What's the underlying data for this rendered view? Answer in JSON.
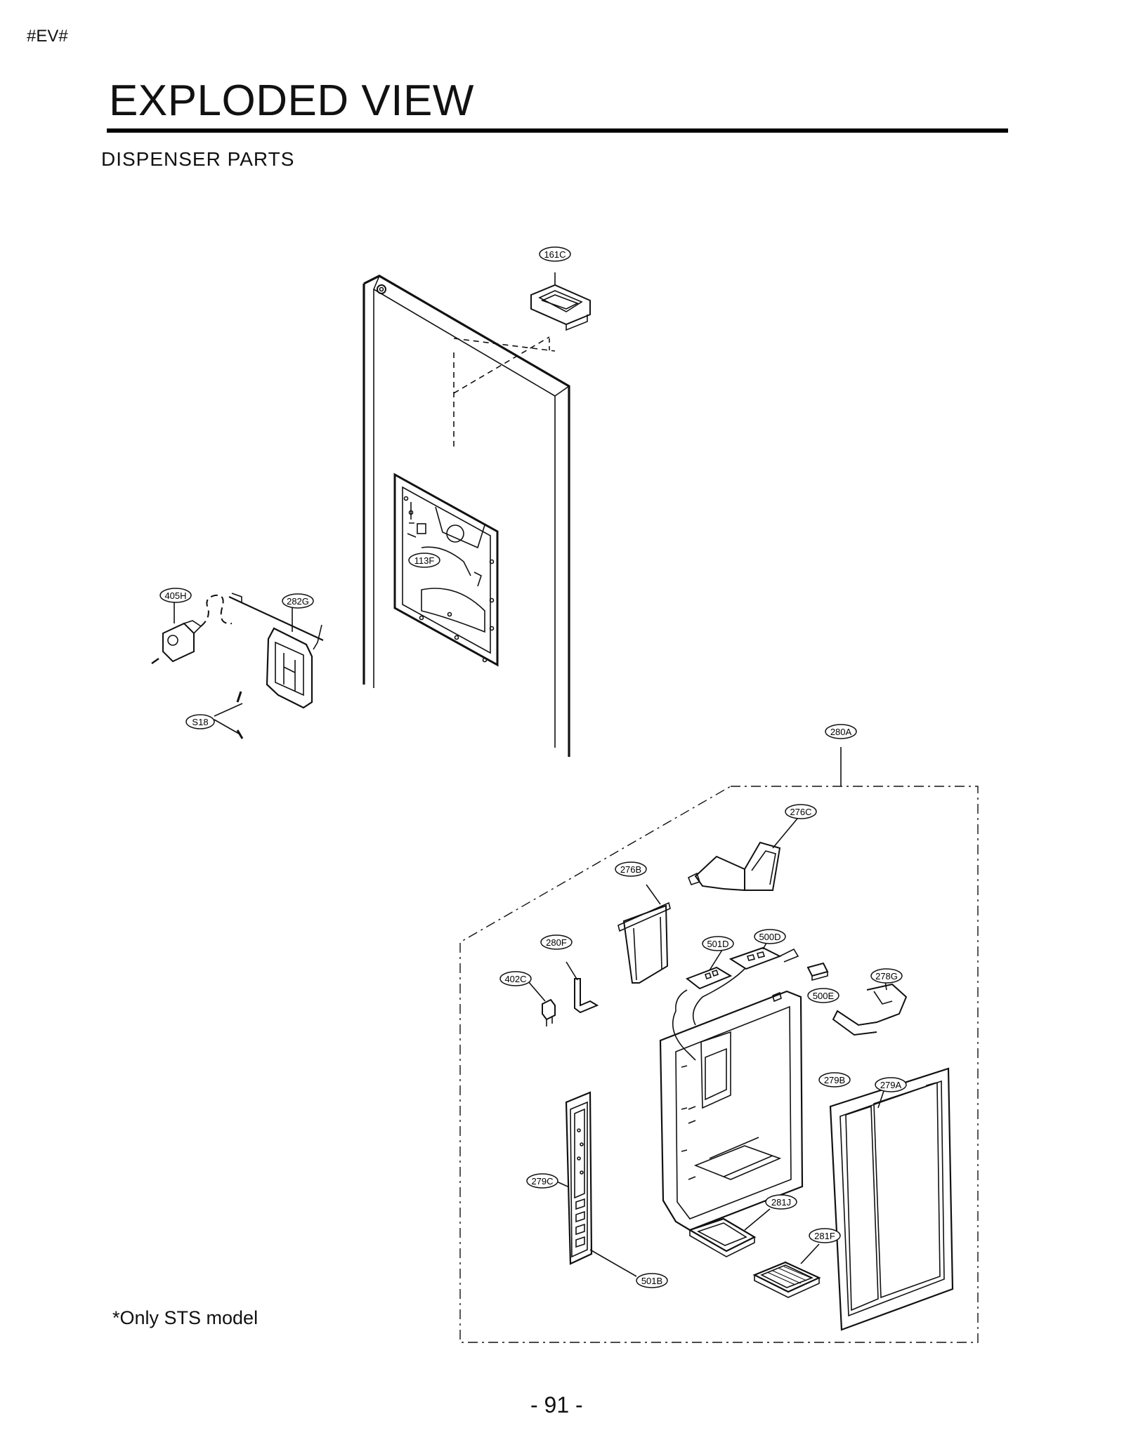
{
  "header": {
    "doc_tag": "#EV#",
    "title": "EXPLODED VIEW",
    "section": "DISPENSER  PARTS"
  },
  "callouts": {
    "c161C": "161C",
    "c113F": "113F",
    "c405H": "405H",
    "c282G": "282G",
    "cS18": "S18",
    "c280A": "280A",
    "c276C": "276C",
    "c276B": "276B",
    "c280F": "280F",
    "c501D": "501D",
    "c500D": "500D",
    "c402C": "402C",
    "c500E": "500E",
    "c278G": "278G",
    "c279B": "279B",
    "c279A": "279A",
    "c279C": "279C",
    "c281J": "281J",
    "c281F": "281F",
    "c501B": "501B"
  },
  "footnote": "*Only STS model",
  "page_number": "- 91 -"
}
